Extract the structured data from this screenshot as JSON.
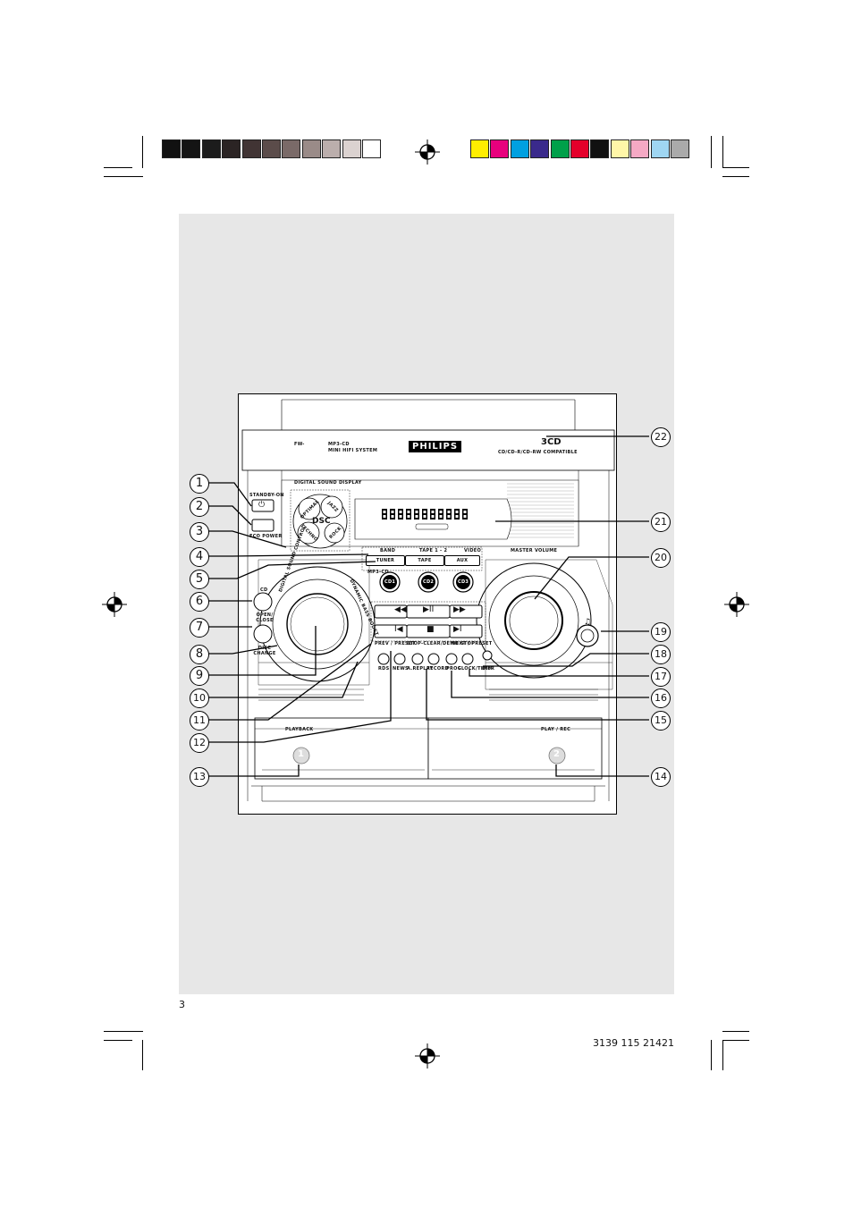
{
  "page": {
    "page_number": "3",
    "doc_code": "3139 115 21421"
  },
  "device": {
    "model_prefix": "FW-",
    "model_line1": "MP3-CD",
    "model_line2": "MINI HIFI SYSTEM",
    "brand": "PHILIPS",
    "cd_badge": "3CD",
    "compat": "CD/CD-R/CD-RW COMPATIBLE",
    "digital_sound_display": "DIGITAL SOUND DISPLAY",
    "standby": "STANDBY-ON",
    "eco_power": "ECO POWER",
    "dsc": "DSC",
    "dsc_optimal": "OPTIMAL",
    "dsc_jazz": "JAZZ",
    "dsc_techno": "TECHNO",
    "dsc_rock": "ROCK",
    "band": "BAND",
    "tape12": "TAPE 1 - 2",
    "video": "VIDEO",
    "tuner": "TUNER",
    "tape": "TAPE",
    "aux": "AUX",
    "mp3cd": "MP3-CD",
    "cd1": "CD1",
    "cd2": "CD2",
    "cd3": "CD3",
    "cd": "CD",
    "open_close": "OPEN/ CLOSE",
    "disc_change": "DISC CHANGE",
    "digital_sound_control": "DIGITAL SOUND CONTROL",
    "dynamic_bass_boost": "DYNAMIC BASS BOOST",
    "master_volume": "MASTER VOLUME",
    "prev_preset": "PREV / PRESET",
    "stop_clear": "STOP-CLEAR/DEMO STOP",
    "next_preset": "NEXT / PRESET",
    "rds": "RDS",
    "news": "NEWS",
    "a_replay": "A.REPLAY",
    "record": "RECORD",
    "prog": "PROG",
    "clock_timer": "CLOCK/TIMER",
    "dim": "DIM",
    "playback": "PLAYBACK",
    "play_rec": "PLAY / REC",
    "deck1": "1",
    "deck2": "2"
  },
  "callouts": [
    "1",
    "2",
    "3",
    "4",
    "5",
    "6",
    "7",
    "8",
    "9",
    "10",
    "11",
    "12",
    "13",
    "14",
    "15",
    "16",
    "17",
    "18",
    "19",
    "20",
    "21",
    "22"
  ],
  "color_bars": {
    "left": [
      "#111111",
      "#141414",
      "#1c1c1c",
      "#2b2424",
      "#413434",
      "#5b4c4a",
      "#7a6a68",
      "#9a8b88",
      "#bbaeac",
      "#dbd2d0",
      "#ffffff"
    ],
    "right": [
      "#ffee00",
      "#e8007d",
      "#00a0e0",
      "#3a2a8c",
      "#00a04a",
      "#e4002b",
      "#111111",
      "#fff6a8",
      "#f5a9c4",
      "#9fd6f2",
      "#aaaaaa"
    ]
  }
}
